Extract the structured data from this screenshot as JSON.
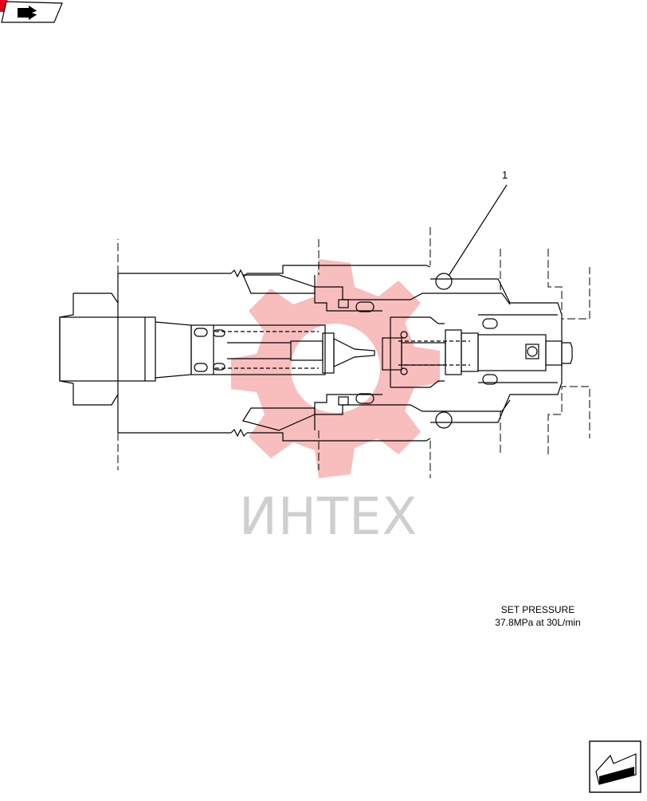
{
  "callout": {
    "label": "1"
  },
  "note": {
    "line1": "SET PRESSURE",
    "line2": "37.8MPa  at  30L/min"
  },
  "watermark": {
    "text": "ИНТЕХ",
    "color": "#f7b2b2"
  },
  "colors": {
    "line": "#000000",
    "accent": "#e3001b"
  },
  "icons": {
    "top_left": "next-page-icon",
    "bottom_right": "previous-page-icon"
  }
}
